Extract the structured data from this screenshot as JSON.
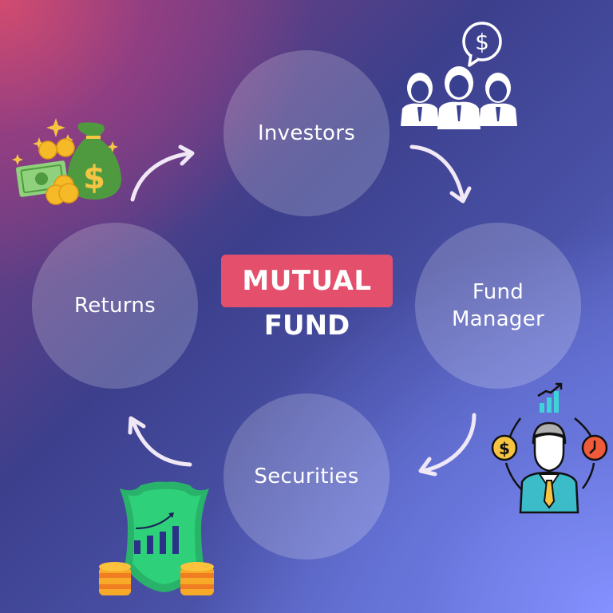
{
  "title": {
    "line1": "MUTUAL",
    "line2": "FUND",
    "badge_color": "#e4506c"
  },
  "cycle": [
    {
      "id": "investors",
      "label": "Investors",
      "icon": "investors-group-icon"
    },
    {
      "id": "fund_manager",
      "label_line1": "Fund",
      "label_line2": "Manager",
      "icon": "fund-manager-icon"
    },
    {
      "id": "securities",
      "label": "Securities",
      "icon": "securities-shield-icon"
    },
    {
      "id": "returns",
      "label": "Returns",
      "icon": "money-bag-icon"
    }
  ],
  "arrows": [
    {
      "from": "returns",
      "to": "investors",
      "icon": "curved-arrow-icon"
    },
    {
      "from": "investors",
      "to": "fund_manager",
      "icon": "curved-arrow-icon"
    },
    {
      "from": "fund_manager",
      "to": "securities",
      "icon": "curved-arrow-icon"
    },
    {
      "from": "securities",
      "to": "returns",
      "icon": "curved-arrow-icon"
    }
  ],
  "colors": {
    "bg_top_left": "#d44c6e",
    "bg_top_right": "#363b80",
    "bg_bottom_left": "#363b80",
    "bg_bottom_right": "#8492ff",
    "circle_fill": "rgba(255,255,255,0.20)",
    "text": "#ffffff"
  }
}
